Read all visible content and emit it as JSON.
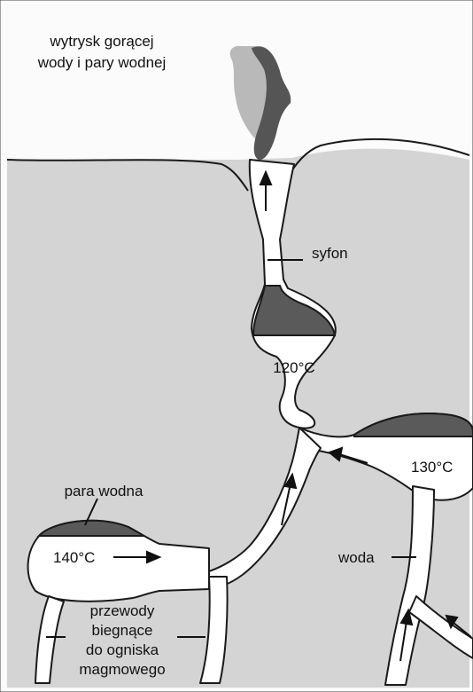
{
  "labels": {
    "eruption_line1": "wytrysk gorącej",
    "eruption_line2": "wody i pary wodnej",
    "siphon": "syfon",
    "temp_upper": "120°C",
    "temp_right": "130°C",
    "temp_left": "140°C",
    "steam": "para wodna",
    "water": "woda",
    "conduits_line1": "przewody",
    "conduits_line2": "biegnące",
    "conduits_line3": "do ogniska",
    "conduits_line4": "magmowego"
  },
  "colors": {
    "sky": "#fbfbfb",
    "rock": "#d4d4d4",
    "water": "#ffffff",
    "steam": "#5a5a5a",
    "spray_light": "#b9b9b9",
    "spray_dark": "#555555",
    "outline": "#1a1a1a"
  }
}
